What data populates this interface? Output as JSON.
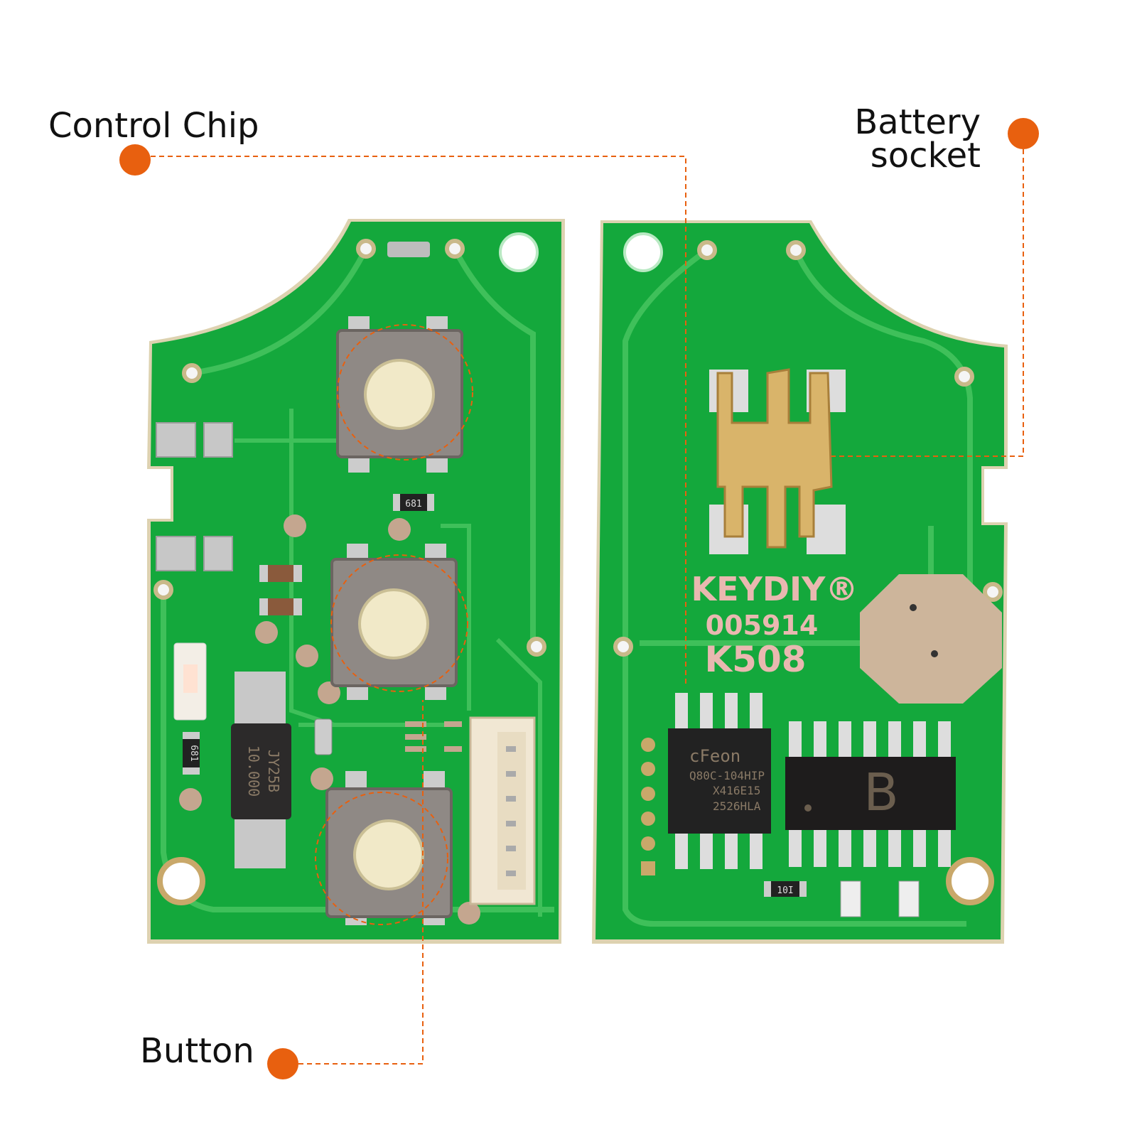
{
  "callouts": {
    "control_chip": "Control Chip",
    "battery_socket_line1": "Battery",
    "battery_socket_line2": "socket",
    "button": "Button"
  },
  "colors": {
    "accent": "#e8600f",
    "pcb": "#14a83c",
    "trace": "#3fc05a"
  },
  "board_markings": {
    "brand": "KEYDIY®",
    "serial": "005914",
    "model": "K508",
    "flash_brand": "cFeon",
    "flash_line1": "Q80C-104HIP",
    "flash_line2": "X416E15",
    "flash_line3": "2526HLA",
    "mcu_mark": "B",
    "resistor_a": "681",
    "resistor_b": "681",
    "resistor_c": "10I",
    "inductor_line1": "JY25B",
    "inductor_line2": "10.000"
  }
}
